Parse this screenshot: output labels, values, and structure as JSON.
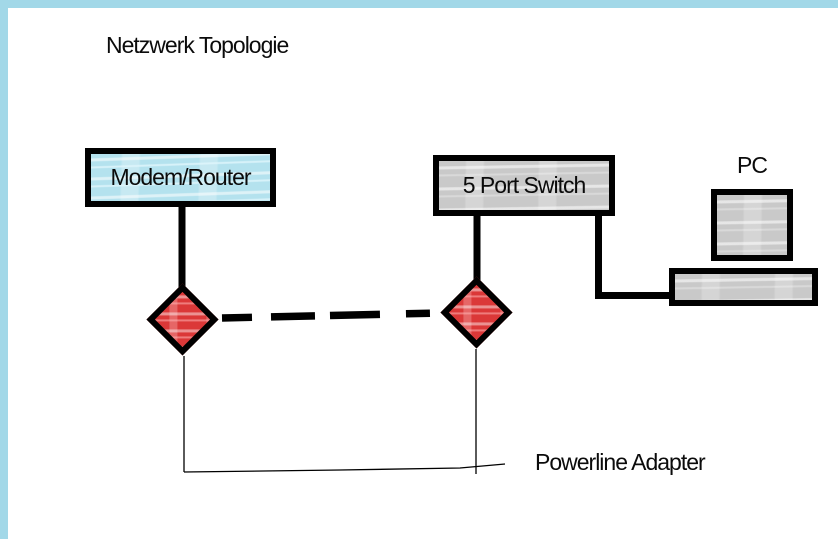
{
  "labels": {
    "title": "Netzwerk Topologie",
    "modem": "Modem/Router",
    "switch": "5 Port Switch",
    "pc": "PC",
    "powerline_adapter": "Powerline Adapter"
  },
  "nodes": [
    {
      "id": "modem-router",
      "label": "Modem/Router",
      "shape": "rectangle",
      "fill": "#b4e2ee"
    },
    {
      "id": "five-port-switch",
      "label": "5 Port Switch",
      "shape": "rectangle",
      "fill": "#c9c9c9"
    },
    {
      "id": "pc",
      "label": "PC",
      "shape": "computer",
      "fill": "#c9c9c9"
    },
    {
      "id": "powerline-adapter-left",
      "shape": "diamond",
      "fill": "#db3838"
    },
    {
      "id": "powerline-adapter-right",
      "shape": "diamond",
      "fill": "#db3838"
    }
  ],
  "connections": [
    {
      "from": "modem-router",
      "to": "powerline-adapter-left",
      "style": "solid-thick"
    },
    {
      "from": "powerline-adapter-left",
      "to": "powerline-adapter-right",
      "style": "dashed-thick"
    },
    {
      "from": "five-port-switch",
      "to": "powerline-adapter-right",
      "style": "solid-thick"
    },
    {
      "from": "five-port-switch",
      "to": "pc",
      "style": "solid-thick"
    },
    {
      "from": "powerline-adapter-left",
      "to": "powerline-adapter-label",
      "style": "thin-callout"
    },
    {
      "from": "powerline-adapter-right",
      "to": "powerline-adapter-label",
      "style": "thin-callout"
    }
  ],
  "colors": {
    "frame": "#a2d8e8",
    "modem_fill": "#b4e2ee",
    "device_fill": "#c9c9c9",
    "adapter_fill": "#db3838",
    "line": "#000000",
    "text": "#0b0b0b"
  }
}
